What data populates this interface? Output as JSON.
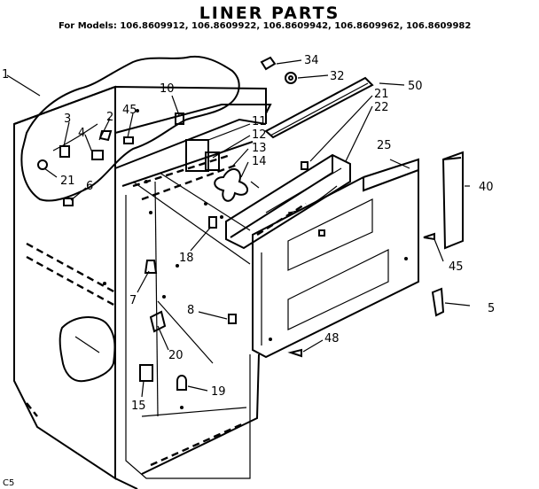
{
  "title": "LINER PARTS",
  "models_line": "For Models: 106.8609912, 106.8609922, 106.8609942, 106.8609962, 106.8609982",
  "corner_code": "C5",
  "callouts": [
    {
      "id": "c1",
      "text": "1"
    },
    {
      "id": "c2",
      "text": "2"
    },
    {
      "id": "c3",
      "text": "3"
    },
    {
      "id": "c4",
      "text": "4"
    },
    {
      "id": "c45a",
      "text": "45"
    },
    {
      "id": "c10",
      "text": "10"
    },
    {
      "id": "c21a",
      "text": "21"
    },
    {
      "id": "c6",
      "text": "6"
    },
    {
      "id": "c11",
      "text": "11"
    },
    {
      "id": "c12",
      "text": "12"
    },
    {
      "id": "c13",
      "text": "13"
    },
    {
      "id": "c14",
      "text": "14"
    },
    {
      "id": "c34",
      "text": "34"
    },
    {
      "id": "c32",
      "text": "32"
    },
    {
      "id": "c50",
      "text": "50"
    },
    {
      "id": "c21b",
      "text": "21"
    },
    {
      "id": "c22",
      "text": "22"
    },
    {
      "id": "c25",
      "text": "25"
    },
    {
      "id": "c40",
      "text": "40"
    },
    {
      "id": "c45b",
      "text": "45"
    },
    {
      "id": "c18",
      "text": "18"
    },
    {
      "id": "c7",
      "text": "7"
    },
    {
      "id": "c8",
      "text": "8"
    },
    {
      "id": "c5",
      "text": "5"
    },
    {
      "id": "c48",
      "text": "48"
    },
    {
      "id": "c20",
      "text": "20"
    },
    {
      "id": "c15",
      "text": "15"
    },
    {
      "id": "c19",
      "text": "19"
    }
  ]
}
